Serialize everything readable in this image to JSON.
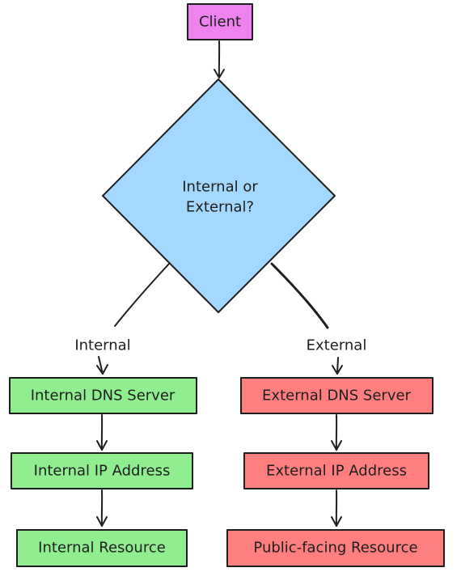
{
  "nodes": {
    "client": {
      "label": "Client"
    },
    "decision": {
      "line1": "Internal or",
      "line2": "External?"
    },
    "internal_dns": {
      "label": "Internal DNS Server"
    },
    "internal_ip": {
      "label": "Internal IP Address"
    },
    "internal_resource": {
      "label": "Internal Resource"
    },
    "external_dns": {
      "label": "External DNS Server"
    },
    "external_ip": {
      "label": "External IP Address"
    },
    "public_resource": {
      "label": "Public-facing Resource"
    }
  },
  "edges": {
    "internal_label": "Internal",
    "external_label": "External"
  },
  "colors": {
    "client_fill": "#ee82ee",
    "decision_fill": "#a5d8ff",
    "internal_fill": "#90ee90",
    "external_fill": "#ff7f7f",
    "stroke": "#1e1e1e"
  }
}
